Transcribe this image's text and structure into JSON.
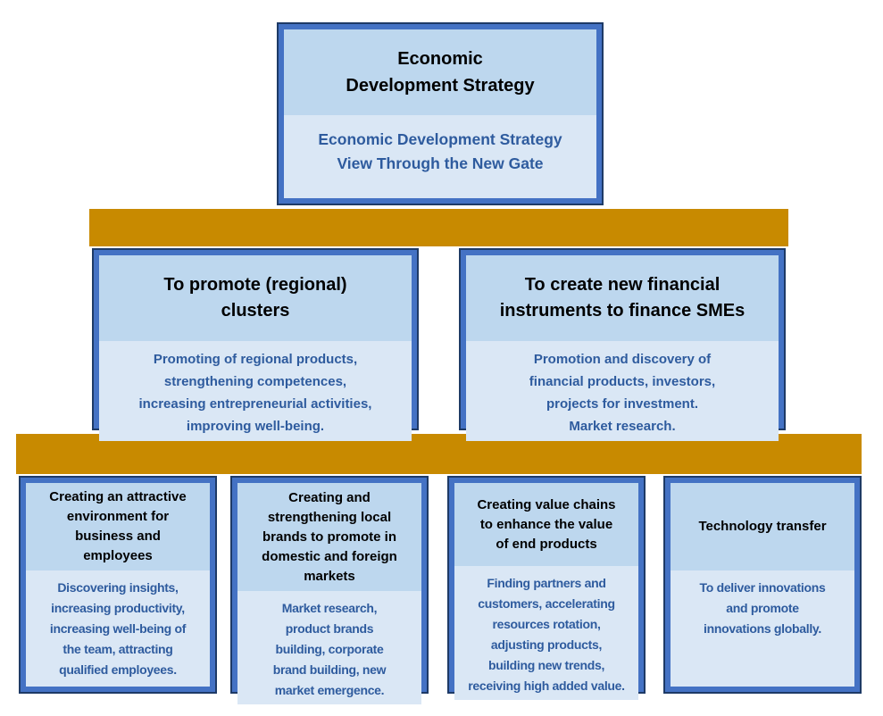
{
  "colors": {
    "gold": "#C88A00",
    "frame": "#4472C4",
    "outline": "#1E3A66",
    "header_fill": "#BDD7EE",
    "body_fill": "#DAE7F5",
    "title_text": "#000000",
    "body_text": "#2E5B9E",
    "page_bg": "#FFFFFF"
  },
  "diagram": {
    "root": {
      "title": "Economic\nDevelopment Strategy",
      "subtitle": "Economic Development Strategy\nView Through the New Gate"
    },
    "level2": [
      {
        "title": "To promote (regional)\nclusters",
        "body": "Promoting of regional products,\nstrengthening competences,\nincreasing entrepreneurial activities,\nimproving well-being."
      },
      {
        "title": "To create new financial\ninstruments to finance SMEs",
        "body": "Promotion and discovery of\nfinancial products, investors,\nprojects for investment.\nMarket research."
      }
    ],
    "level3": [
      {
        "title": "Creating an attractive\nenvironment for\nbusiness and\nemployees",
        "body": "Discovering insights,\nincreasing productivity,\nincreasing well-being of\nthe team, attracting\nqualified employees."
      },
      {
        "title": "Creating and\nstrengthening local\nbrands to promote in\ndomestic and foreign\nmarkets",
        "body": "Market research,\nproduct brands\nbuilding, corporate\nbrand building, new\nmarket emergence."
      },
      {
        "title": "Creating value chains\nto enhance the value\nof end products",
        "body": "Finding partners and\ncustomers, accelerating\nresources rotation,\nadjusting products,\nbuilding new trends,\nreceiving high added value."
      },
      {
        "title": "Technology transfer",
        "body": "To deliver innovations\nand promote\ninnovations globally."
      }
    ]
  }
}
